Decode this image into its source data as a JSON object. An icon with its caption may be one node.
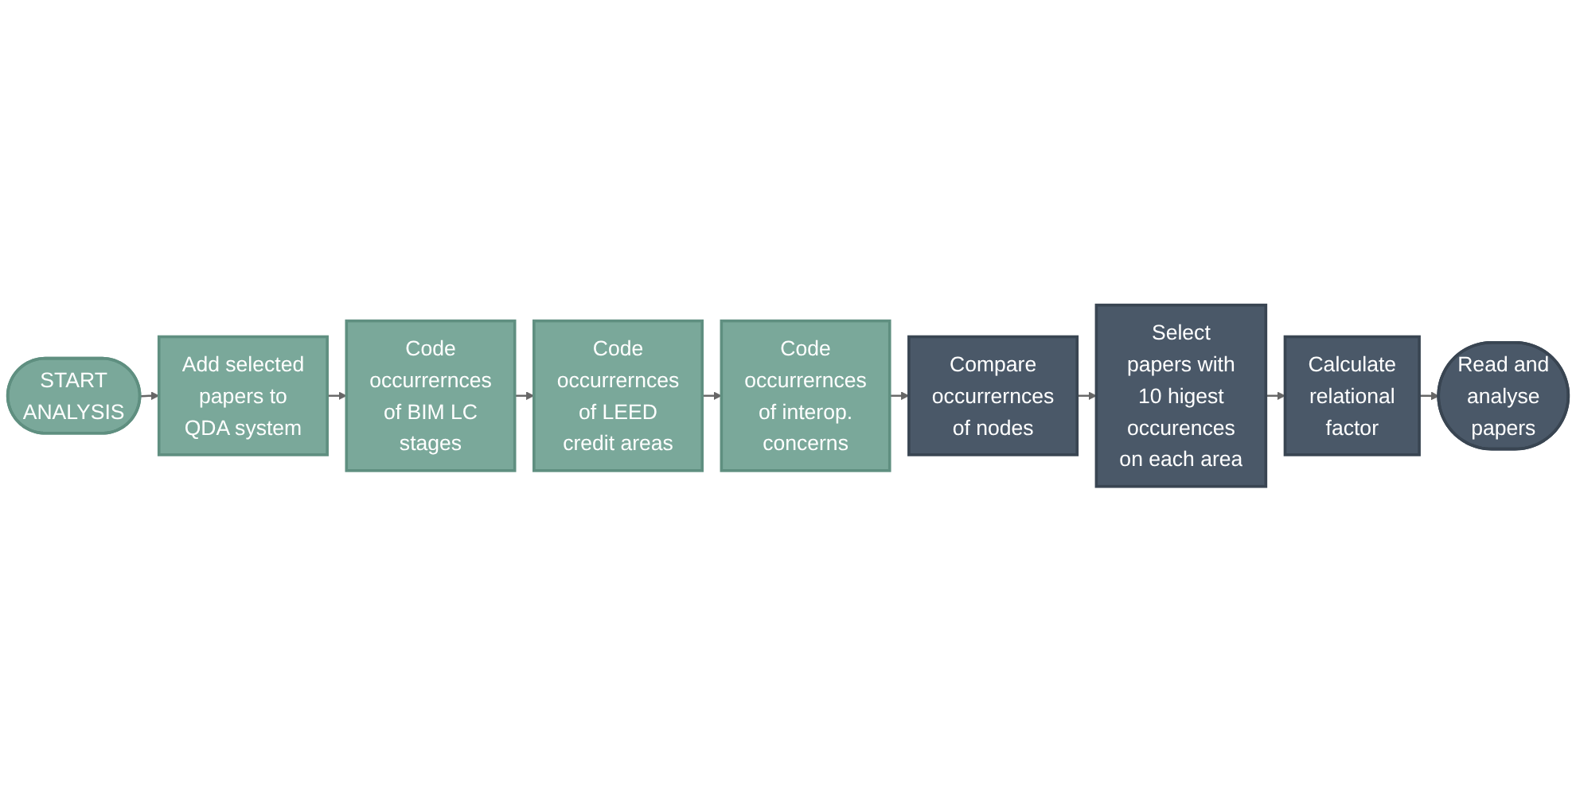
{
  "diagram": {
    "nodes": [
      {
        "text": [
          "START ANALYSIS"
        ]
      },
      {
        "text": [
          "Add selected papers to QDA system"
        ]
      },
      {
        "text": [
          "Code occurrernces of BIM LC stages"
        ]
      },
      {
        "text": [
          "Code occurrernces of LEED credit areas"
        ]
      },
      {
        "text": [
          "Code occurrernces of interop. concerns"
        ]
      },
      {
        "text": [
          "Compare occurrernces of nodes"
        ]
      },
      {
        "text": [
          "Select papers with 10 higest occurences on each area"
        ]
      },
      {
        "text": [
          "Calculate relational factor"
        ]
      },
      {
        "text": [
          "Read and analyse papers"
        ]
      }
    ],
    "edges": [
      {
        "from": 0,
        "to": 1,
        "arrow": "to"
      },
      {
        "from": 1,
        "to": 2,
        "arrow": "to"
      },
      {
        "from": 2,
        "to": 3,
        "arrow": "to"
      },
      {
        "from": 3,
        "to": 4,
        "arrow": "to"
      },
      {
        "from": 4,
        "to": 5,
        "arrow": "to"
      },
      {
        "from": 5,
        "to": 6,
        "arrow": "to"
      },
      {
        "from": 6,
        "to": 7,
        "arrow": "to"
      },
      {
        "from": 7,
        "to": 8,
        "arrow": "to"
      }
    ]
  }
}
